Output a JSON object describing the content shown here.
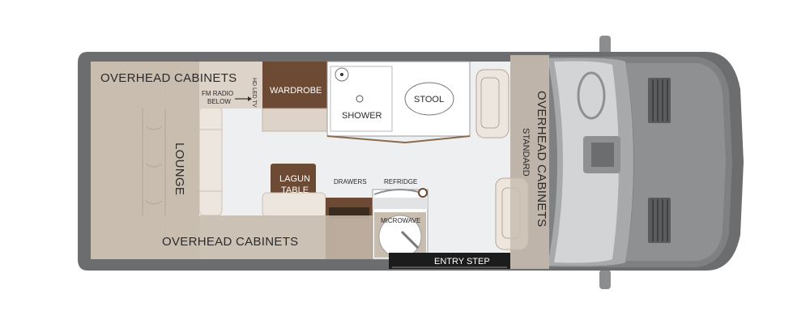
{
  "floorplan": {
    "labels": {
      "overhead_cabinets_top": "OVERHEAD CABINETS",
      "overhead_cabinets_bottom": "OVERHEAD CABINETS",
      "overhead_cabinets_front": "OVERHEAD CABINETS",
      "standard": "STANDARD",
      "lounge": "LOUNGE",
      "fm_radio_line1": "FM RADIO",
      "fm_radio_line2": "BELOW",
      "hd_led_tv": "HD LED TV",
      "wardrobe": "WARDROBE",
      "shower": "SHOWER",
      "stool": "STOOL",
      "lagun_line1": "LAGUN",
      "lagun_line2": "TABLE",
      "drawers": "DRAWERS",
      "refridge": "REFRIDGE",
      "microwave": "MICROWAVE",
      "entry_step": "ENTRY STEP"
    },
    "colors": {
      "body": "#6b6d6f",
      "floor": "#eeeff0",
      "cabinet": "#c9bdb0",
      "furniture": "#ddd3c8",
      "wood": "#6d4a34",
      "shower_pan": "#ffffff",
      "cab_gray": "#d3d4d5",
      "step": "#1c1c1c"
    }
  }
}
